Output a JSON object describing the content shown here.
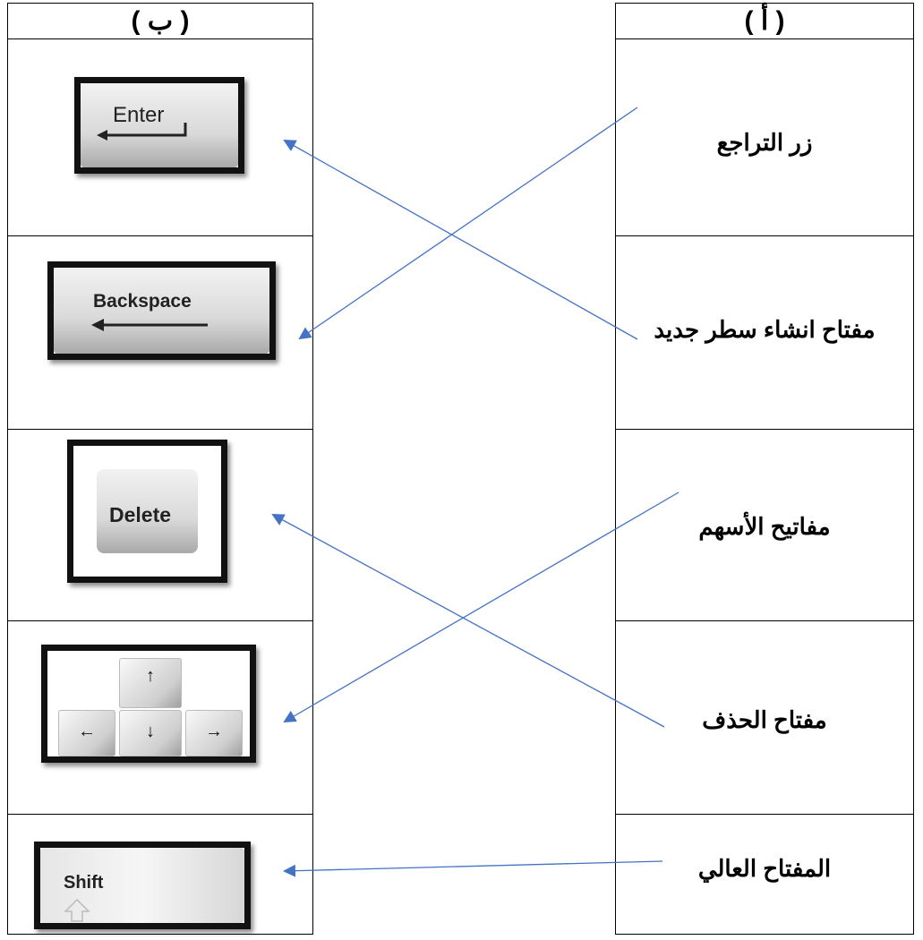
{
  "headers": {
    "col_b": "( ب )",
    "col_a": "( أ )"
  },
  "labels_a": [
    "زر التراجع",
    "مفتاح انشاء سطر جديد",
    "مفاتيح الأسهم",
    "مفتاح الحذف",
    "المفتاح العالي"
  ],
  "keys_b": {
    "enter": "Enter",
    "backspace": "Backspace",
    "delete": "Delete",
    "shift": "Shift"
  },
  "arrows": {
    "up": "↑",
    "down": "↓",
    "left": "←",
    "right": "→"
  },
  "colors": {
    "line": "#4472c4",
    "border": "#000000"
  }
}
